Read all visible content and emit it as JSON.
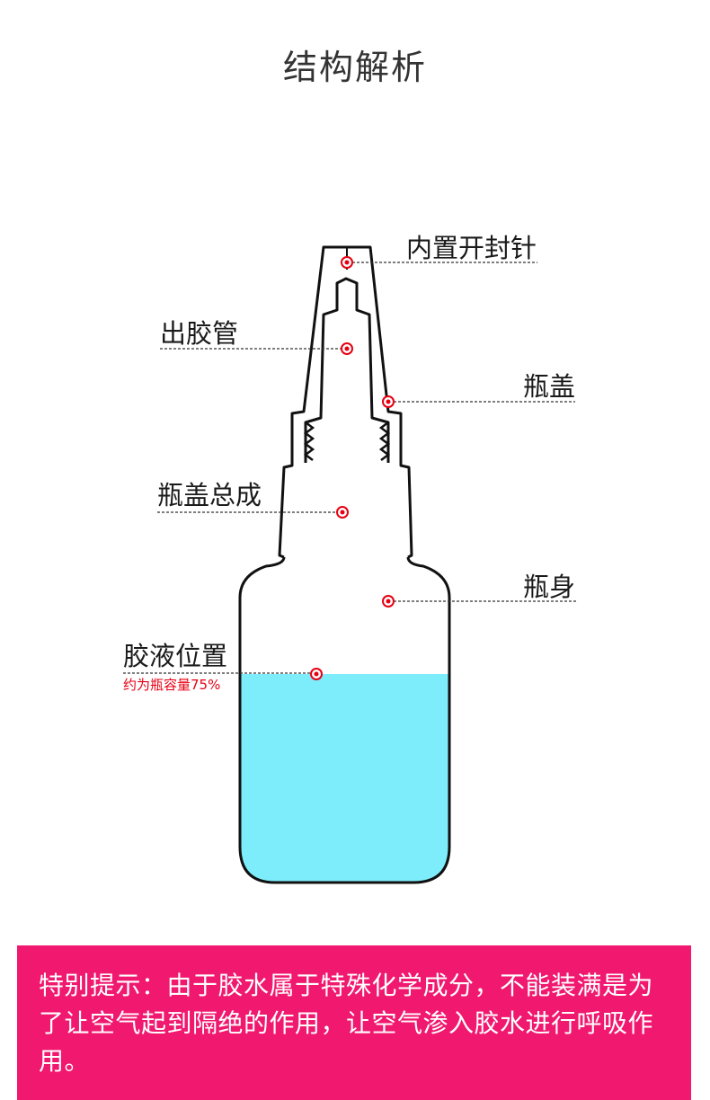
{
  "title": "结构解析",
  "labels": {
    "needle": "内置开封针",
    "nozzle": "出胶管",
    "cap": "瓶盖",
    "cap_assembly": "瓶盖总成",
    "body": "瓶身",
    "glue_level": "胶液位置",
    "glue_level_note": "约为瓶容量75%"
  },
  "notice": {
    "text": "特别提示：由于胶水属于特殊化学成分，不能装满是为了让空气起到隔绝的作用，让空气渗入胶水进行呼吸作用。"
  },
  "colors": {
    "glue": "#7eedfb",
    "marker": "#e60012",
    "notice_bg": "#f0186f"
  }
}
